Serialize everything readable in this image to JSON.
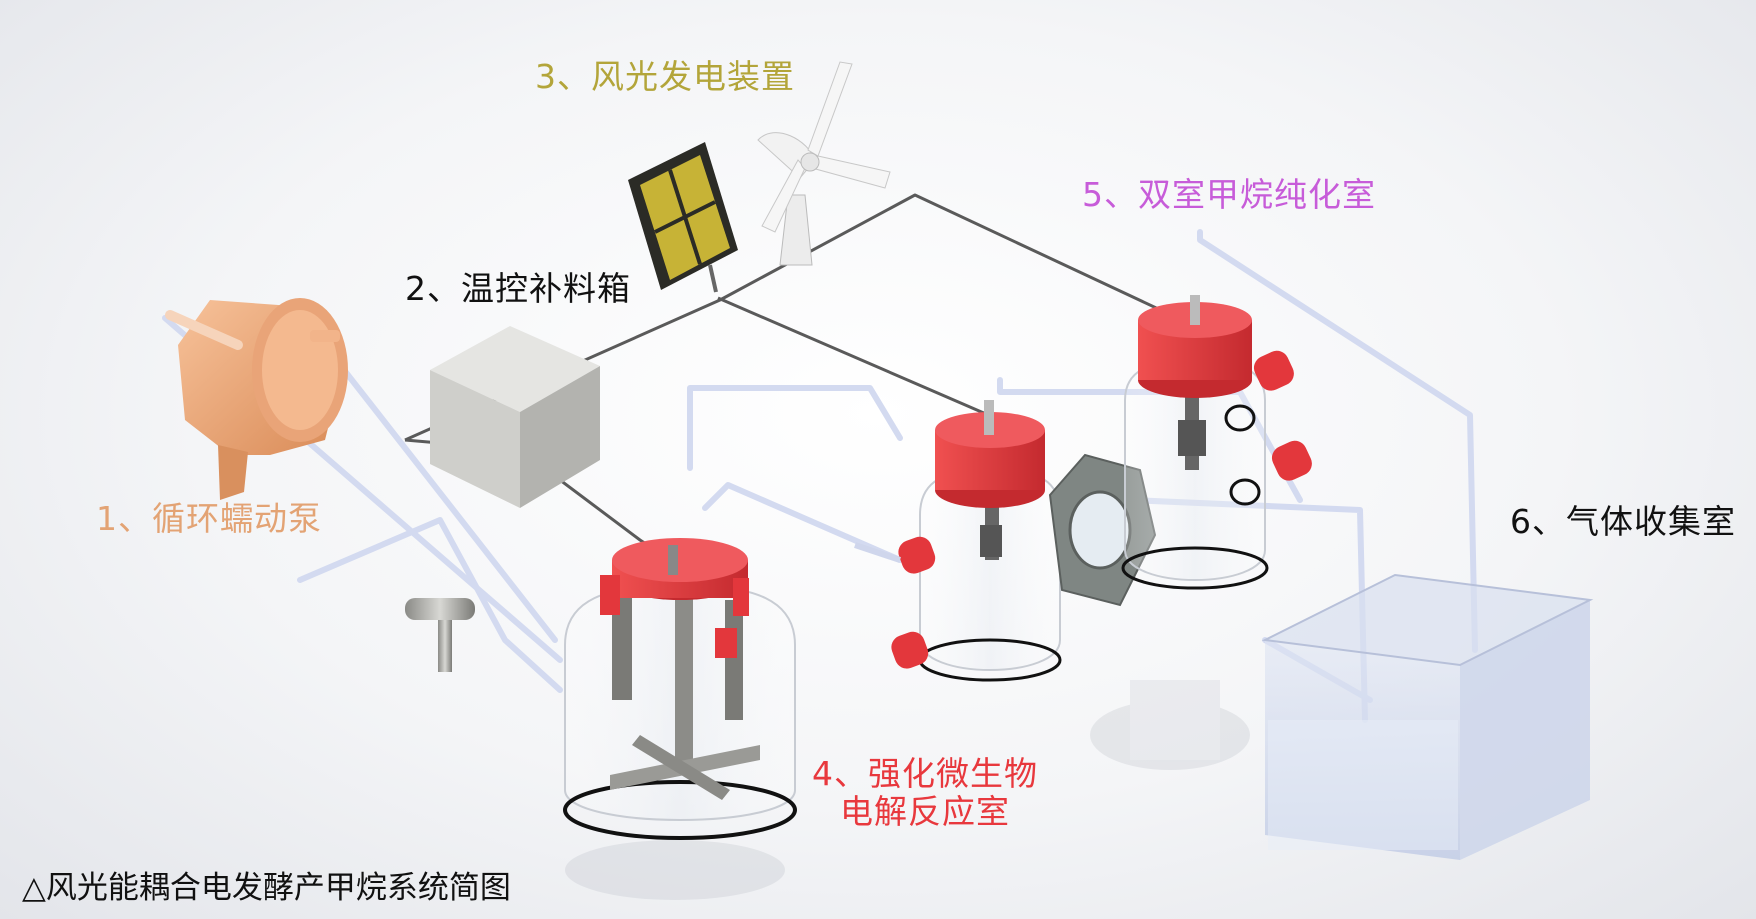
{
  "labels": {
    "pump": "1、循环蠕动泵",
    "supply_box": "2、温控补料箱",
    "wind_solar": "3、风光发电装置",
    "reactor_line1": "4、强化微生物",
    "reactor_line2": "电解反应室",
    "purifier": "5、双室甲烷纯化室",
    "gas_collector": "6、气体收集室"
  },
  "caption": "△风光能耦合电发酵产甲烷系统简图",
  "colors": {
    "pump": "#e8a072",
    "supply_box": "#c9c9c7",
    "solar_panel": "#c8b43a",
    "reactor_cap": "#e3373c",
    "purifier_label": "#c75cd9",
    "reactor_label": "#e8383d",
    "wind_label": "#b3a53a",
    "pump_label": "#e3a374",
    "gas_tank": "#c9d3ea",
    "wire": "#555555",
    "tube": "#cfd6ec"
  },
  "icons": {
    "pump": "peristaltic-pump-icon",
    "box": "supply-box-icon",
    "solar": "solar-panel-icon",
    "turbine": "wind-turbine-icon",
    "reactor": "reactor-vessel-icon",
    "purifier": "purifier-vessel-icon",
    "tank": "gas-tank-icon"
  }
}
